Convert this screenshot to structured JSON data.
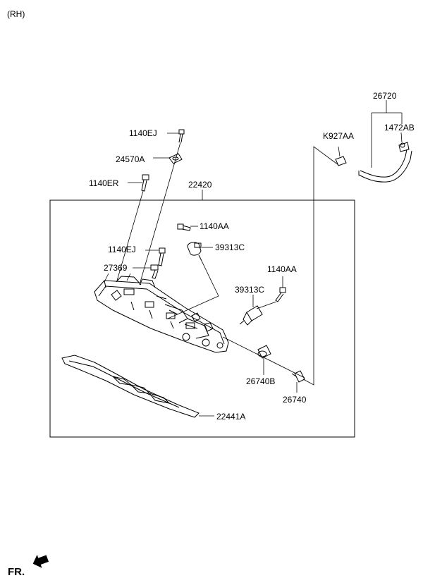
{
  "header": {
    "variant": "(RH)"
  },
  "footer": {
    "direction": "FR."
  },
  "labels": {
    "hose_assembly": "26720",
    "clamp_k": "K927AA",
    "clamp_ab": "1472AB",
    "bolt_top": "1140EJ",
    "bracket": "24570A",
    "bolt_er": "1140ER",
    "cover_assembly": "22420",
    "bolt_aa_upper": "1140AA",
    "sensor_upper": "39313C",
    "bolt_ej_lower": "1140EJ",
    "plug": "27369",
    "bolt_aa_right": "1140AA",
    "sensor_lower": "39313C",
    "grommet": "26740B",
    "pcv_valve": "26740",
    "gasket": "22441A"
  }
}
